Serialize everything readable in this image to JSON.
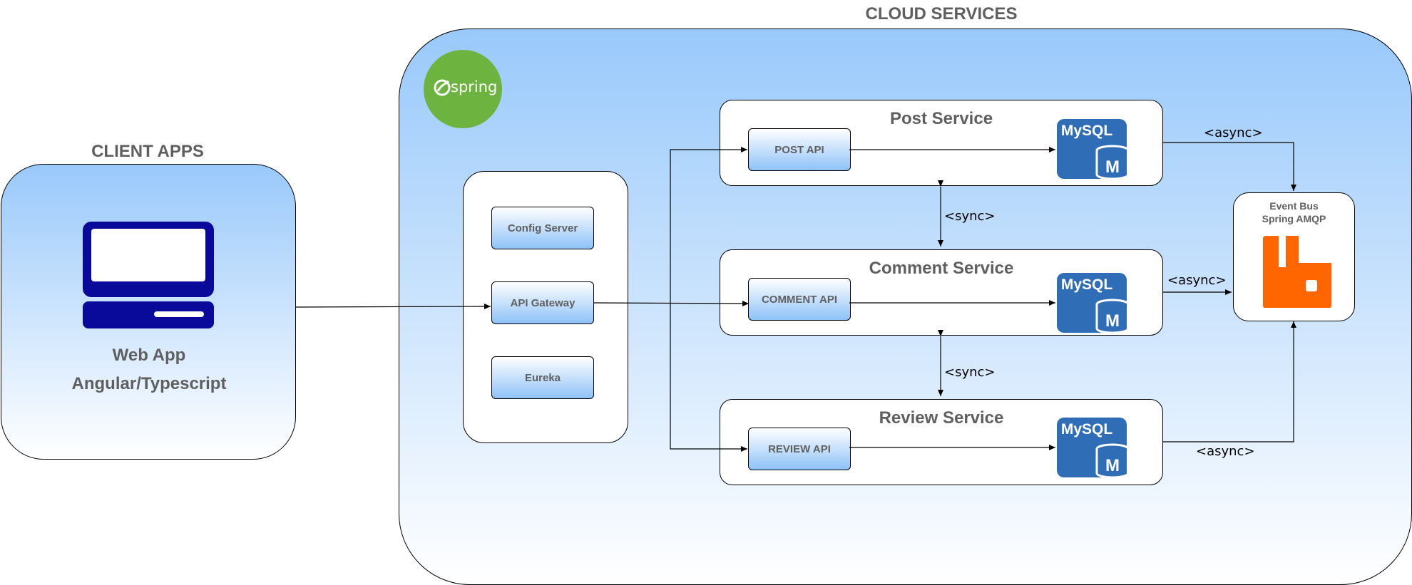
{
  "sections": {
    "client_title": "CLIENT APPS",
    "cloud_title": "CLOUD SERVICES"
  },
  "client": {
    "app_name": "Web App",
    "app_tech": "Angular/Typescript",
    "icon": "computer-monitor-icon"
  },
  "cloud": {
    "logo_text": "spring",
    "infra": {
      "config_server": "Config Server",
      "api_gateway": "API Gateway",
      "eureka": "Eureka"
    },
    "services": {
      "post": {
        "title": "Post Service",
        "api": "POST API",
        "db": "MySQL"
      },
      "comment": {
        "title": "Comment Service",
        "api": "COMMENT API",
        "db": "MySQL"
      },
      "review": {
        "title": "Review Service",
        "api": "REVIEW API",
        "db": "MySQL"
      }
    },
    "event_bus": {
      "line1": "Event Bus",
      "line2": "Spring AMQP",
      "icon": "rabbitmq-icon"
    }
  },
  "edges": {
    "sync_top": "<sync>",
    "sync_bottom": "<sync>",
    "async_post": "<async>",
    "async_comment": "<async>",
    "async_review": "<async>"
  },
  "colors": {
    "cloud_gradient_top": "#99c9fb",
    "button_gradient_bottom": "#8ec2f8",
    "mysql_blue": "#2f6eb7",
    "spring_green": "#6db33f",
    "rabbit_orange": "#ff6600",
    "monitor_navy": "#0a0a9a"
  }
}
